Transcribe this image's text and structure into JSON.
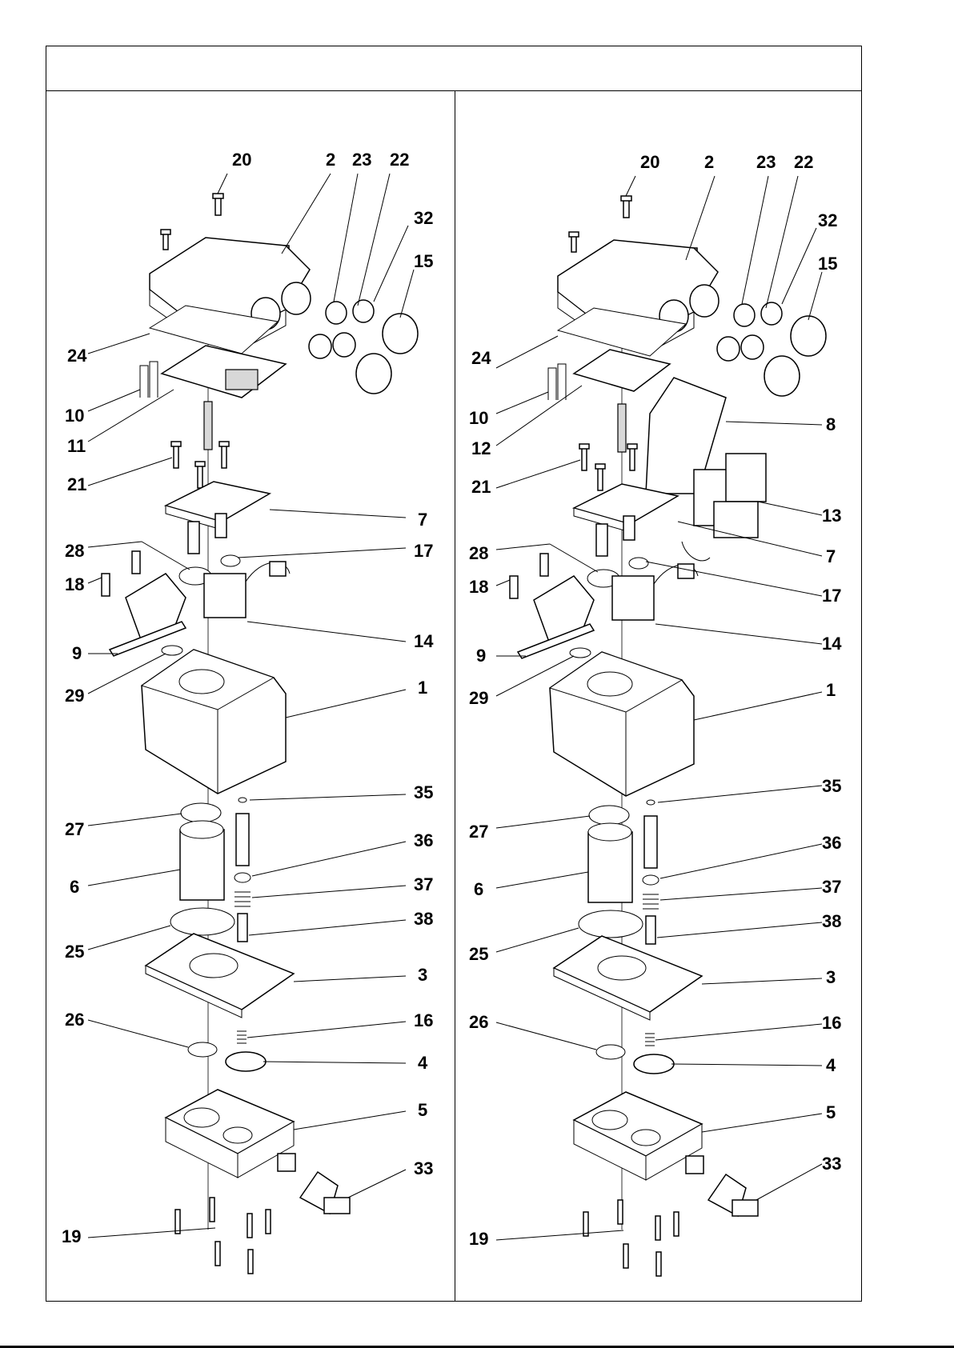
{
  "left_panel": {
    "labels": [
      {
        "id": "20",
        "text": "20"
      },
      {
        "id": "2",
        "text": "2"
      },
      {
        "id": "23",
        "text": "23"
      },
      {
        "id": "22",
        "text": "22"
      },
      {
        "id": "32",
        "text": "32"
      },
      {
        "id": "15",
        "text": "15"
      },
      {
        "id": "24",
        "text": "24"
      },
      {
        "id": "10",
        "text": "10"
      },
      {
        "id": "11",
        "text": "11"
      },
      {
        "id": "21",
        "text": "21"
      },
      {
        "id": "7",
        "text": "7"
      },
      {
        "id": "28",
        "text": "28"
      },
      {
        "id": "17",
        "text": "17"
      },
      {
        "id": "18",
        "text": "18"
      },
      {
        "id": "14",
        "text": "14"
      },
      {
        "id": "9",
        "text": "9"
      },
      {
        "id": "29",
        "text": "29"
      },
      {
        "id": "1",
        "text": "1"
      },
      {
        "id": "35",
        "text": "35"
      },
      {
        "id": "27",
        "text": "27"
      },
      {
        "id": "36",
        "text": "36"
      },
      {
        "id": "6",
        "text": "6"
      },
      {
        "id": "37",
        "text": "37"
      },
      {
        "id": "38",
        "text": "38"
      },
      {
        "id": "25",
        "text": "25"
      },
      {
        "id": "3",
        "text": "3"
      },
      {
        "id": "26",
        "text": "26"
      },
      {
        "id": "16",
        "text": "16"
      },
      {
        "id": "4",
        "text": "4"
      },
      {
        "id": "5",
        "text": "5"
      },
      {
        "id": "33",
        "text": "33"
      },
      {
        "id": "19",
        "text": "19"
      }
    ]
  },
  "right_panel": {
    "labels": [
      {
        "id": "20",
        "text": "20"
      },
      {
        "id": "2",
        "text": "2"
      },
      {
        "id": "23",
        "text": "23"
      },
      {
        "id": "22",
        "text": "22"
      },
      {
        "id": "32",
        "text": "32"
      },
      {
        "id": "15",
        "text": "15"
      },
      {
        "id": "24",
        "text": "24"
      },
      {
        "id": "10",
        "text": "10"
      },
      {
        "id": "12",
        "text": "12"
      },
      {
        "id": "8",
        "text": "8"
      },
      {
        "id": "21",
        "text": "21"
      },
      {
        "id": "13",
        "text": "13"
      },
      {
        "id": "28",
        "text": "28"
      },
      {
        "id": "7",
        "text": "7"
      },
      {
        "id": "18",
        "text": "18"
      },
      {
        "id": "17",
        "text": "17"
      },
      {
        "id": "14",
        "text": "14"
      },
      {
        "id": "9",
        "text": "9"
      },
      {
        "id": "29",
        "text": "29"
      },
      {
        "id": "1",
        "text": "1"
      },
      {
        "id": "35",
        "text": "35"
      },
      {
        "id": "27",
        "text": "27"
      },
      {
        "id": "36",
        "text": "36"
      },
      {
        "id": "6",
        "text": "6"
      },
      {
        "id": "37",
        "text": "37"
      },
      {
        "id": "38",
        "text": "38"
      },
      {
        "id": "25",
        "text": "25"
      },
      {
        "id": "3",
        "text": "3"
      },
      {
        "id": "26",
        "text": "26"
      },
      {
        "id": "16",
        "text": "16"
      },
      {
        "id": "4",
        "text": "4"
      },
      {
        "id": "5",
        "text": "5"
      },
      {
        "id": "33",
        "text": "33"
      },
      {
        "id": "19",
        "text": "19"
      }
    ]
  }
}
